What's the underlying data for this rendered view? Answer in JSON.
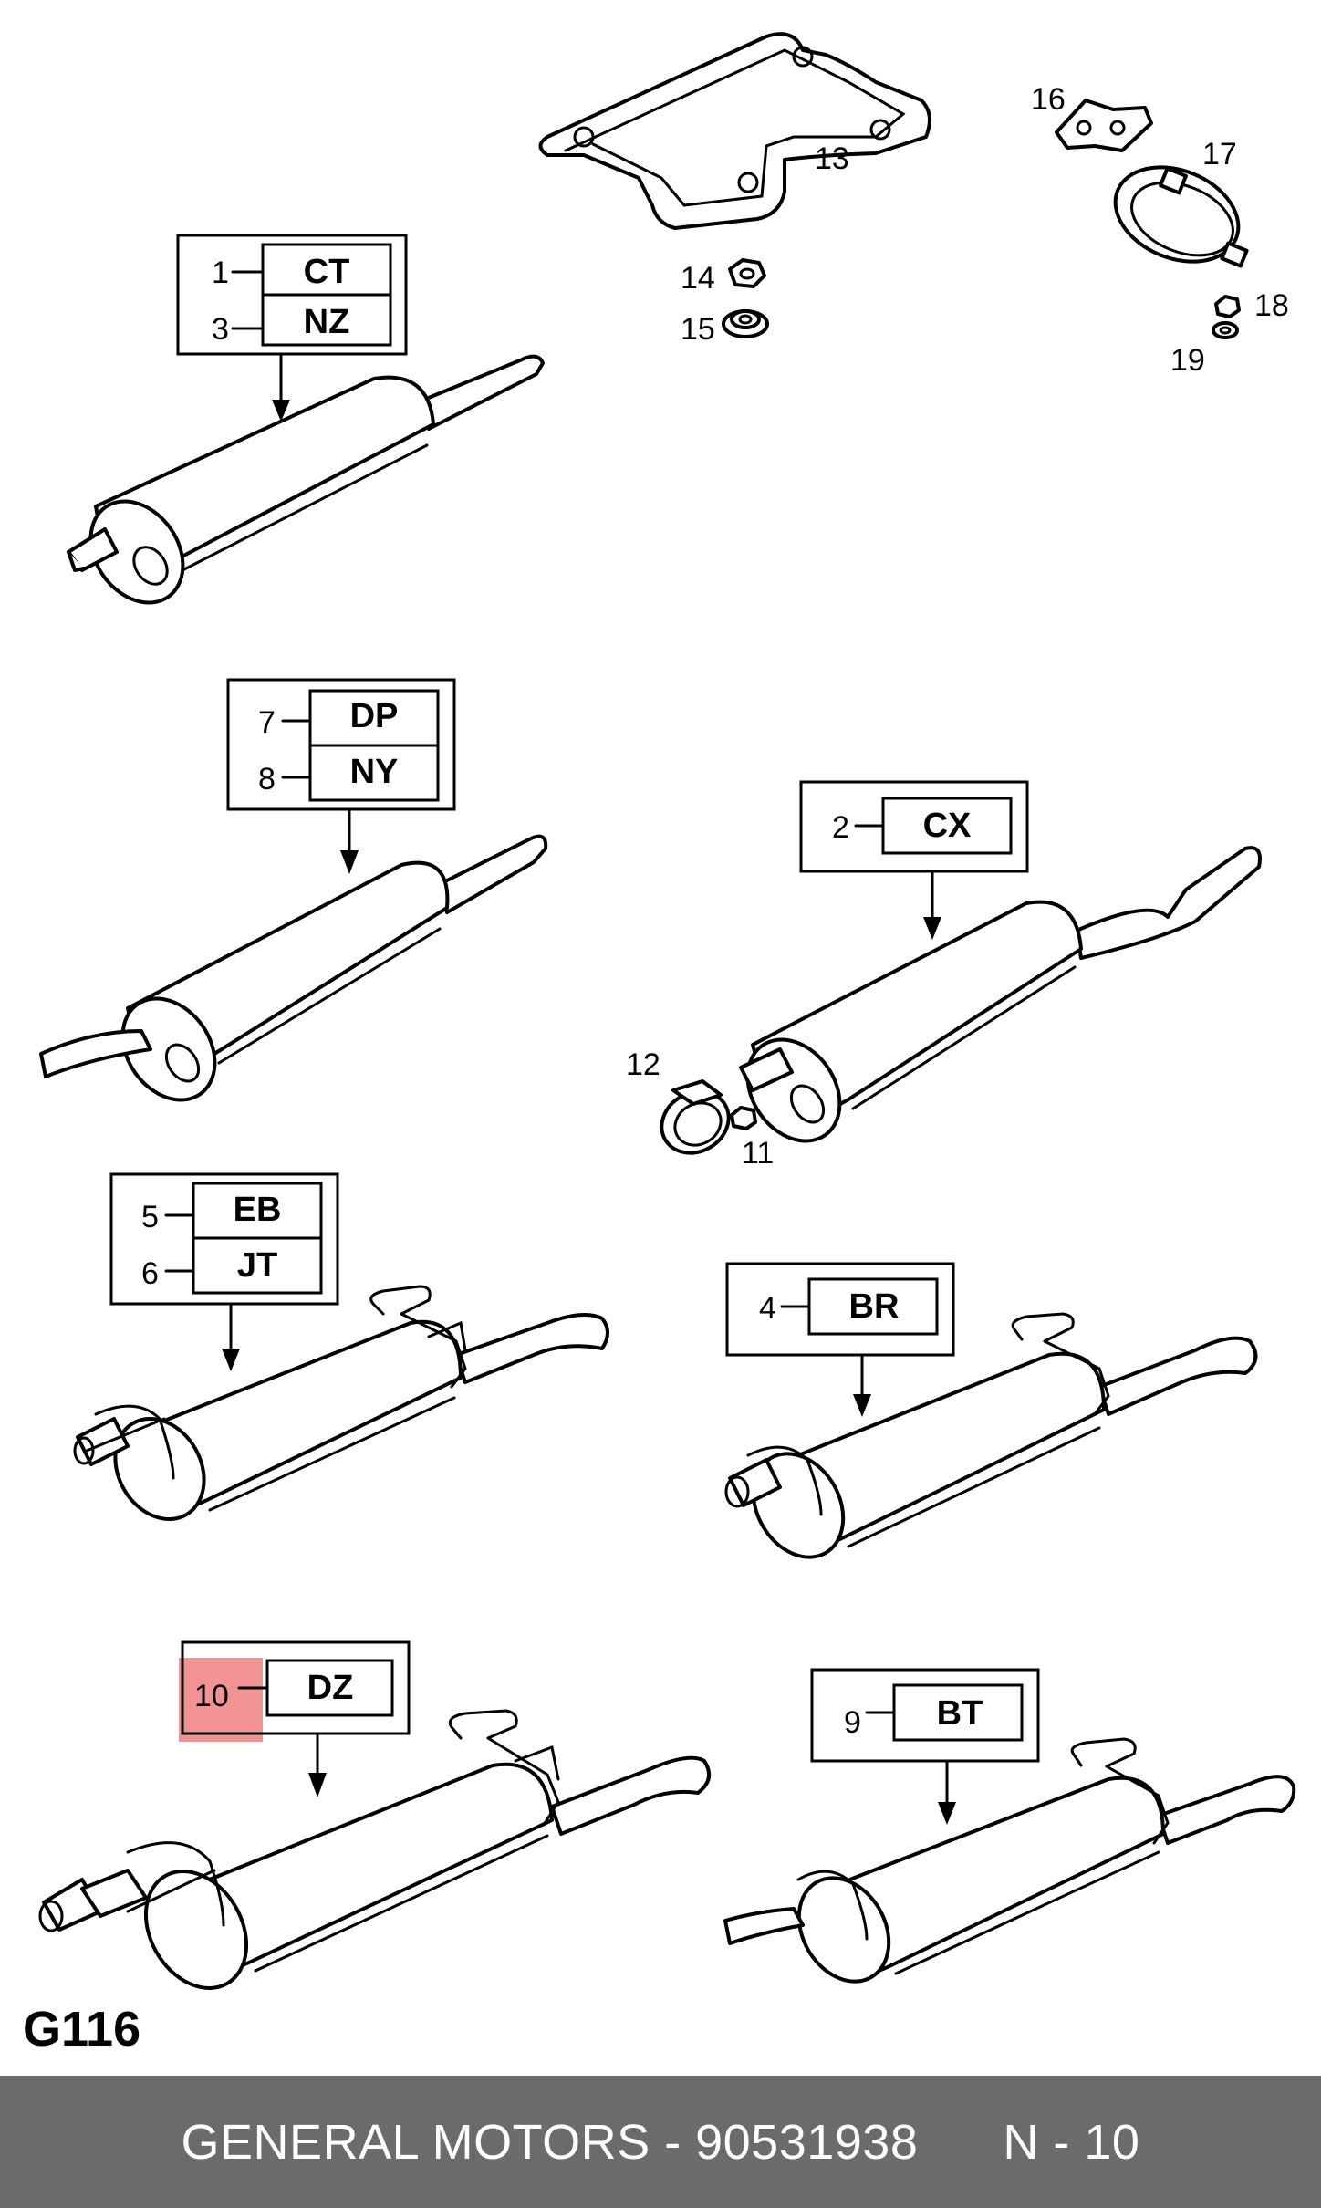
{
  "diagram": {
    "group_label": "G116",
    "callouts": [
      {
        "id": "c1",
        "number": "1",
        "code": "CT"
      },
      {
        "id": "c3",
        "number": "3",
        "code": "NZ"
      },
      {
        "id": "c7",
        "number": "7",
        "code": "DP"
      },
      {
        "id": "c8",
        "number": "8",
        "code": "NY"
      },
      {
        "id": "c2",
        "number": "2",
        "code": "CX"
      },
      {
        "id": "c5",
        "number": "5",
        "code": "EB"
      },
      {
        "id": "c6",
        "number": "6",
        "code": "JT"
      },
      {
        "id": "c4",
        "number": "4",
        "code": "BR"
      },
      {
        "id": "c10",
        "number": "10",
        "code": "DZ"
      },
      {
        "id": "c9",
        "number": "9",
        "code": "BT"
      }
    ],
    "part_numbers": {
      "p11": "11",
      "p12": "12",
      "p13": "13",
      "p14": "14",
      "p15": "15",
      "p16": "16",
      "p17": "17",
      "p18": "18",
      "p19": "19"
    },
    "highlight": {
      "color": "#f08080",
      "part": "10"
    }
  },
  "footer": {
    "text": "GENERAL MOTORS - 90531938      N - 10"
  }
}
